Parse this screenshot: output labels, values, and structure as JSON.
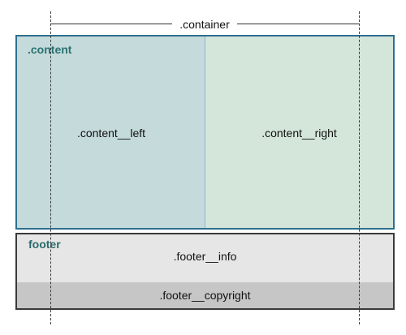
{
  "container": {
    "label": ".container"
  },
  "content": {
    "label": ".content",
    "left_label": ".content__left",
    "right_label": ".content__right",
    "colors": {
      "border": "#2e6e8e",
      "left_fill": "#c5dadb",
      "right_fill": "#d4e6da",
      "label": "#2a7272"
    }
  },
  "footer": {
    "label": "footer",
    "info_label": ".footer__info",
    "copyright_label": ".footer__copyright",
    "colors": {
      "border": "#3a3a3a",
      "info_fill": "#e6e6e6",
      "copyright_fill": "#c6c6c6"
    }
  }
}
